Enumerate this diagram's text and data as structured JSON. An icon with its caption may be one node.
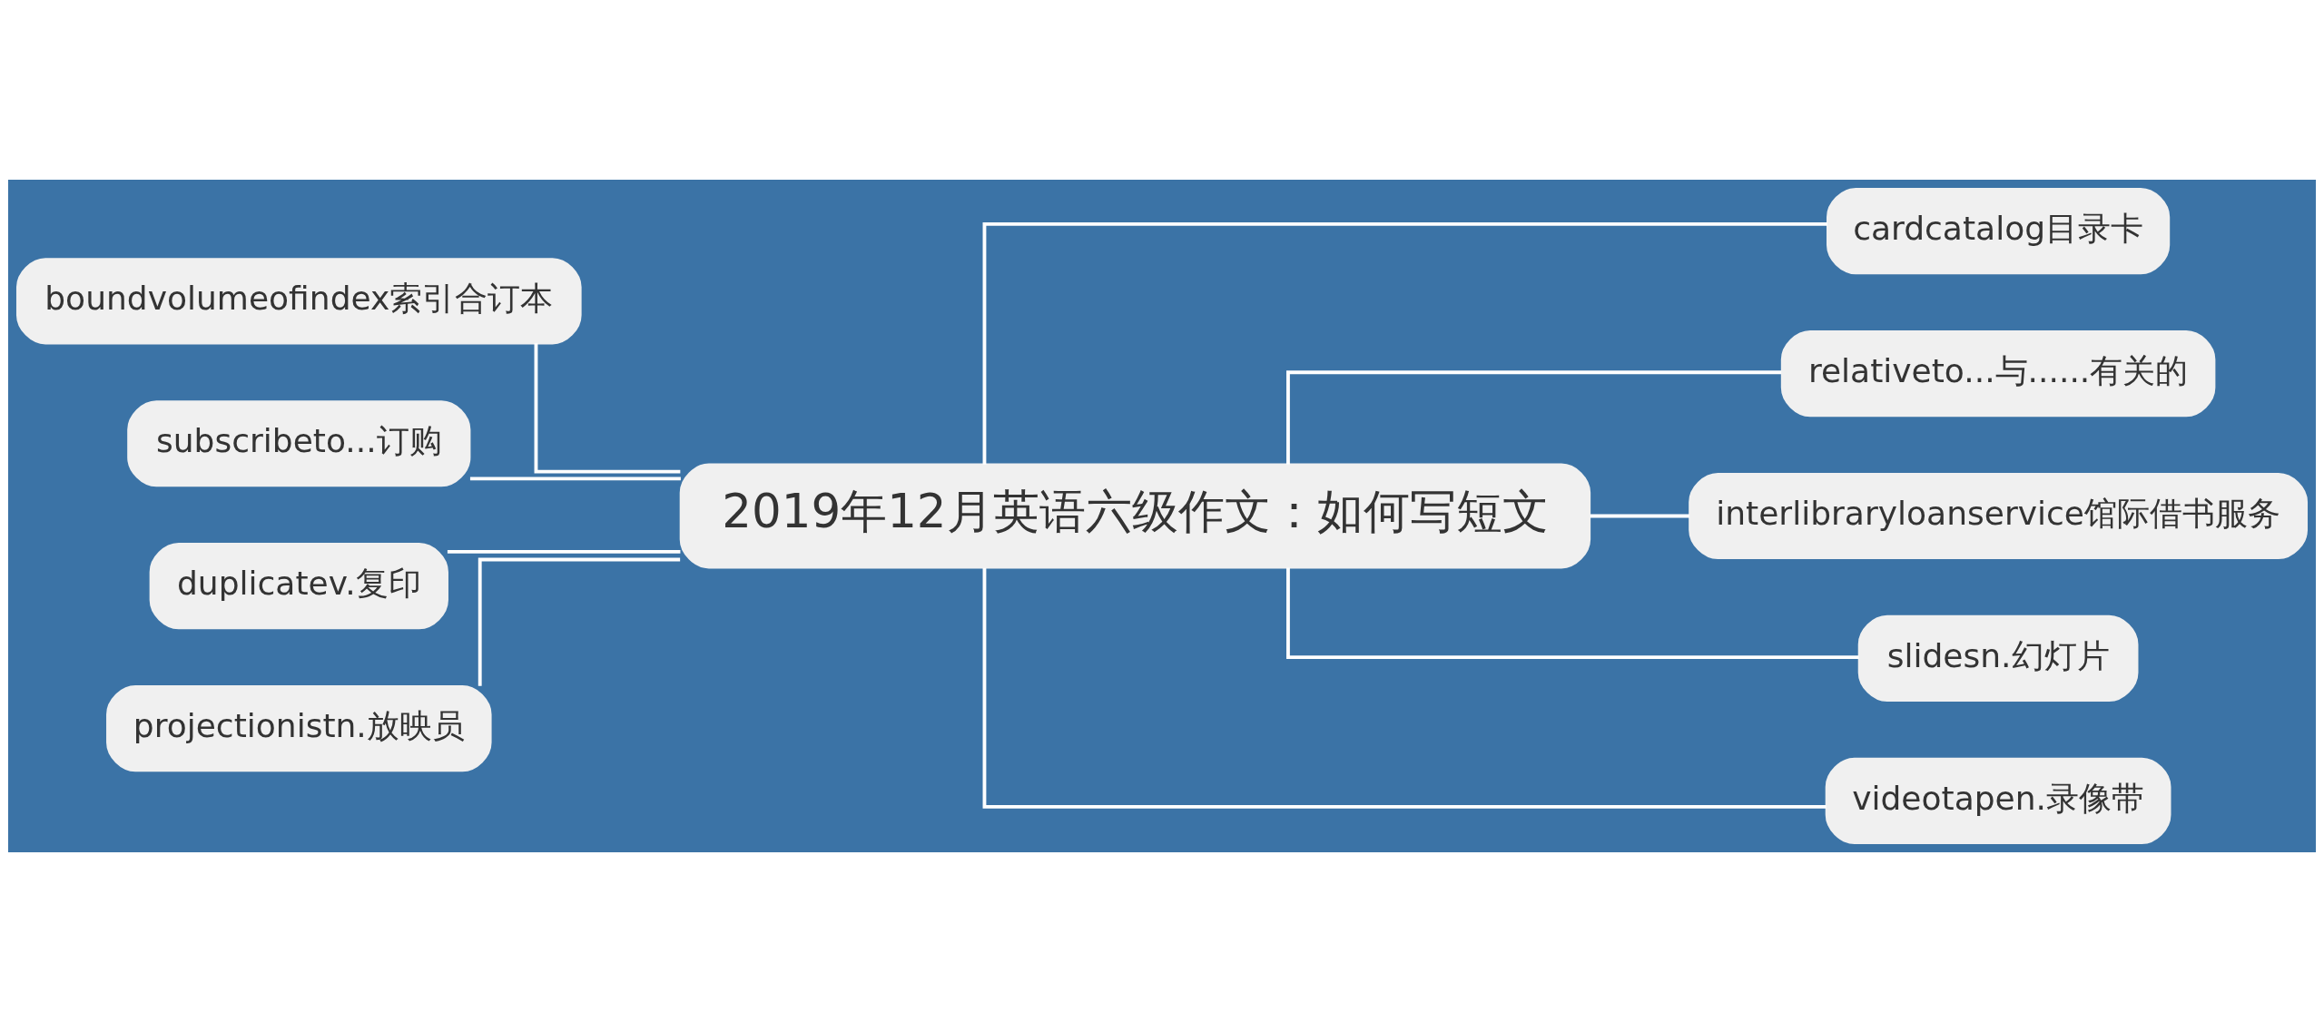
{
  "diagram": {
    "nodes": [
      {
        "text": [
          "2019年12月英语六级作文：如何写短文"
        ]
      },
      {
        "text": [
          "boundvolumeofindex索引合订本"
        ]
      },
      {
        "text": [
          "subscribeto...订购"
        ]
      },
      {
        "text": [
          "duplicatev.复印"
        ]
      },
      {
        "text": [
          "projectionistn.放映员"
        ]
      },
      {
        "text": [
          "cardcatalog目录卡"
        ]
      },
      {
        "text": [
          "relativeto...与......有关的"
        ]
      },
      {
        "text": [
          "interlibraryloanservice馆际借书服务"
        ]
      },
      {
        "text": [
          "slidesn.幻灯片"
        ]
      },
      {
        "text": [
          "videotapen.录像带"
        ]
      }
    ],
    "edges": [
      {
        "from": 0,
        "to": 1,
        "arrow": "none"
      },
      {
        "from": 0,
        "to": 2,
        "arrow": "none"
      },
      {
        "from": 0,
        "to": 3,
        "arrow": "none"
      },
      {
        "from": 0,
        "to": 4,
        "arrow": "none"
      },
      {
        "from": 0,
        "to": 5,
        "arrow": "none"
      },
      {
        "from": 0,
        "to": 6,
        "arrow": "none"
      },
      {
        "from": 0,
        "to": 7,
        "arrow": "none"
      },
      {
        "from": 0,
        "to": 8,
        "arrow": "none"
      },
      {
        "from": 0,
        "to": 9,
        "arrow": "none"
      }
    ]
  }
}
